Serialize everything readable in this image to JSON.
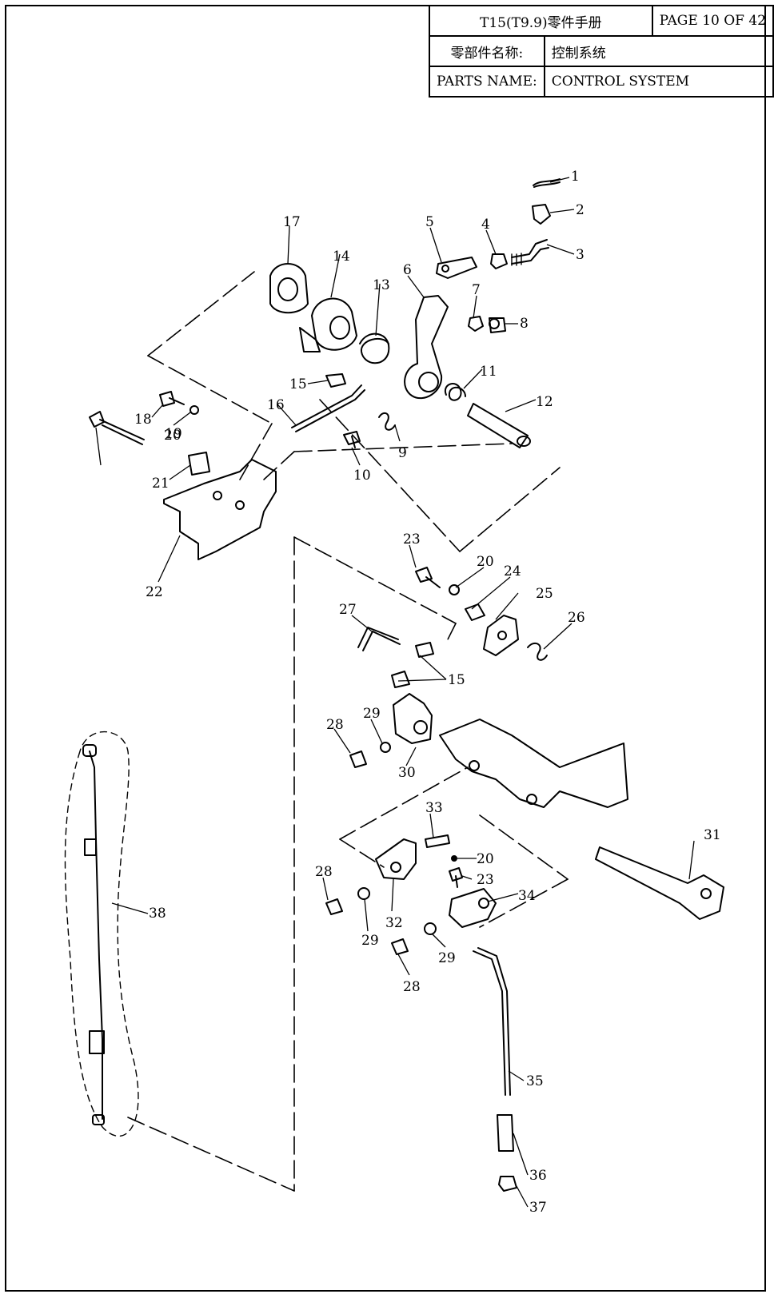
{
  "header": {
    "doc_title": "T15(T9.9)零件手册",
    "page": "PAGE 10 OF 42",
    "name_cn_label": "零部件名称:",
    "name_cn_value": "控制系统",
    "name_en_label": "PARTS NAME:",
    "name_en_value": "CONTROL SYSTEM"
  },
  "callouts": [
    "1",
    "2",
    "3",
    "4",
    "5",
    "6",
    "7",
    "8",
    "9",
    "10",
    "11",
    "12",
    "13",
    "14",
    "15",
    "16",
    "17",
    "18",
    "19",
    "20",
    "21",
    "22",
    "23",
    "20",
    "24",
    "25",
    "26",
    "27",
    "15",
    "28",
    "29",
    "30",
    "31",
    "33",
    "20",
    "23",
    "28",
    "29",
    "32",
    "34",
    "29",
    "28",
    "35",
    "36",
    "37",
    "38"
  ]
}
